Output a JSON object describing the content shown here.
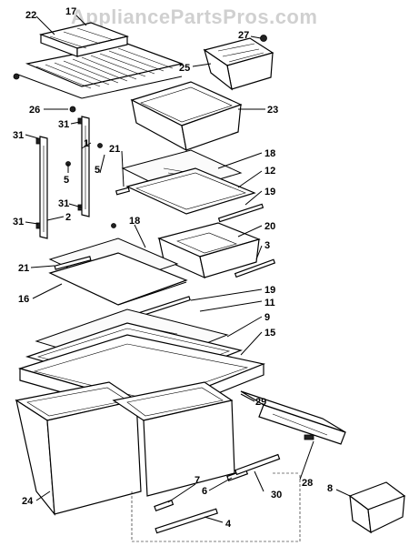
{
  "watermark": "AppliancePartsPros.com",
  "callouts": {
    "c22": "22",
    "c17": "17",
    "c27": "27",
    "c25": "25",
    "c26": "26",
    "c23": "23",
    "c31a": "31",
    "c1": "1",
    "c31b": "31",
    "c21a": "21",
    "c18a": "18",
    "c12": "12",
    "c5a": "5",
    "c5b": "5",
    "c31c": "31",
    "c19a": "19",
    "c2": "2",
    "c31d": "31",
    "c20": "20",
    "c18b": "18",
    "c3": "3",
    "c21b": "21",
    "c16": "16",
    "c19b": "19",
    "c11": "11",
    "c9": "9",
    "c15": "15",
    "c29": "29",
    "c7": "7",
    "c6": "6",
    "c24": "24",
    "c28": "28",
    "c30": "30",
    "c8": "8",
    "c4": "4"
  }
}
